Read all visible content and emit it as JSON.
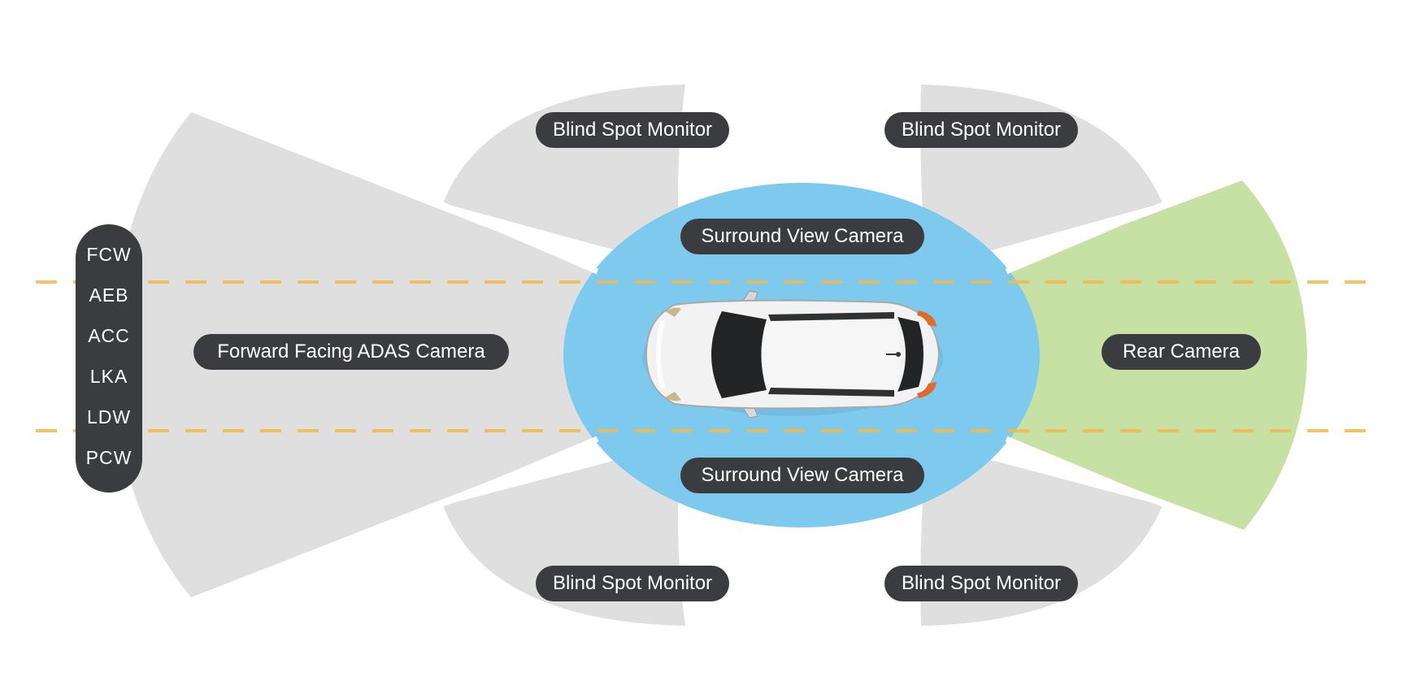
{
  "labels": {
    "blind_spot_front_left": "Blind Spot Monitor",
    "blind_spot_front_right": "Blind Spot Monitor",
    "blind_spot_rear_left": "Blind Spot Monitor",
    "blind_spot_rear_right": "Blind Spot Monitor",
    "surround_top": "Surround View Camera",
    "surround_bottom": "Surround View Camera",
    "forward_camera": "Forward Facing ADAS Camera",
    "rear_camera": "Rear Camera"
  },
  "features": [
    "FCW",
    "AEB",
    "ACC",
    "LKA",
    "LDW",
    "PCW"
  ],
  "colors": {
    "zone_gray": "#dfdfe0",
    "surround_blue": "#7dcaee",
    "rear_green": "#c7e1a5",
    "pill_dark": "#3b3c3f",
    "lane_line": "#f2b94c",
    "car_body": "#f2f2f2"
  }
}
